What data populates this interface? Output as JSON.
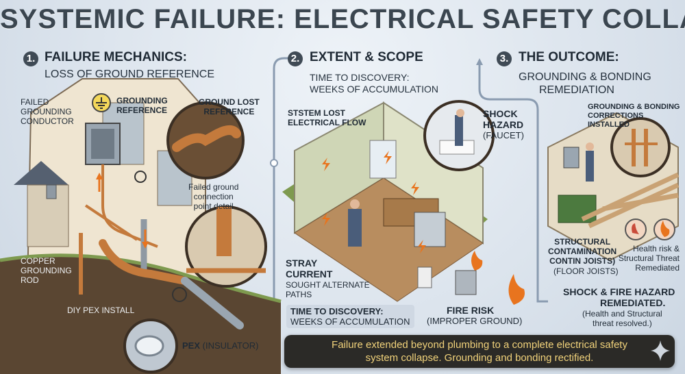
{
  "title": "SYSTEMIC FAILURE: ELECTRICAL SAFETY COLLAPSE",
  "sections": [
    {
      "number": "1.",
      "title": "FAILURE MECHANICS:",
      "subtitle": "LOSS OF GROUND REFERENCE"
    },
    {
      "number": "2.",
      "title": "EXTENT & SCOPE",
      "subtitle_1": "TIME TO DISCOVERY:",
      "subtitle_2": "WEEKS OF ACCUMULATION"
    },
    {
      "number": "3.",
      "title": "THE OUTCOME:",
      "subtitle_1": "GROUNDING & BONDING",
      "subtitle_2": "REMEDIATION"
    }
  ],
  "panel1": {
    "failed_conductor": [
      "FAILED",
      "GROUNDING",
      "CONDUCTOR"
    ],
    "grounding_reference": [
      "GROUNDING",
      "REFERENCE"
    ],
    "ground_lost": [
      "GROUND LOST",
      "REFERENCE"
    ],
    "failed_point": [
      "Failed ground",
      "connection",
      "point detail"
    ],
    "copper_rod": [
      "COPPER",
      "GROUNDING",
      "ROD"
    ],
    "diy_pex": "DIY PEX INSTALL",
    "pex_bold": "PEX",
    "pex_rest": " (INSULATOR)"
  },
  "panel2": {
    "system_lost": [
      "STSTEM LOST",
      "ELECTRICAL FLOW"
    ],
    "shock_hazard": [
      "SHOCK",
      "HAZARD"
    ],
    "faucet": "(FAUCET)",
    "stray_current": [
      "STRAY",
      "CURRENT"
    ],
    "sought_paths": [
      "SOUGHT ALTERNATE",
      "PATHS"
    ],
    "discovery_box": [
      "TIME TO DISCOVERY:",
      "WEEKS OF ACCUMULATION"
    ],
    "fire_risk": "FIRE RISK",
    "improper_ground": "(IMPROPER GROUND)"
  },
  "panel3": {
    "corrections": [
      "GROUNDING & BONDING",
      "CORRECTIONS INSTALLED"
    ],
    "structural": [
      "STRUCTURAL",
      "CONTAMINATION",
      "CONTIN JOISTS)"
    ],
    "floor_joists": "(FLOOR JOISTS)",
    "health_risk": [
      "Health risk &",
      "Structural Threat",
      "Remediated"
    ],
    "remediated": [
      "SHOCK & FIRE HAZARD",
      "REMEDIATED."
    ],
    "resolved": [
      "(Health and Structural",
      "threat resolved.)"
    ]
  },
  "banner": [
    "Failure extended beyond plumbing to a complete electrical safety",
    "system collapse. Grounding and bonding rectified."
  ],
  "colors": {
    "copper": "#c47a3c",
    "dirt": "#5a4632",
    "flame": "#e8741e",
    "panel_dark": "#2b2a27",
    "banner_text": "#f2d37b"
  }
}
